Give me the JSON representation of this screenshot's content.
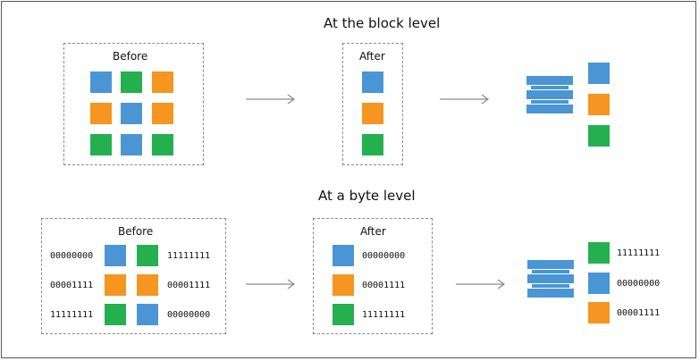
{
  "block": {
    "title": "At the block level",
    "before_label": "Before",
    "after_label": "After"
  },
  "byte": {
    "title": "At a byte level",
    "before_label": "Before",
    "after_label": "After",
    "before_codes": {
      "row1_left": "00000000",
      "row1_right": "11111111",
      "row2_left": "00001111",
      "row2_right": "00001111",
      "row3_left": "11111111",
      "row3_right": "00000000"
    },
    "after_codes": [
      "00000000",
      "00001111",
      "11111111"
    ],
    "stored_codes": [
      "11111111",
      "00000000",
      "00001111"
    ]
  },
  "colors": {
    "blue": "#4a96d4",
    "green": "#25b04f",
    "orange": "#f6951f",
    "arrow": "#8a8a8a",
    "border": "#555555"
  }
}
